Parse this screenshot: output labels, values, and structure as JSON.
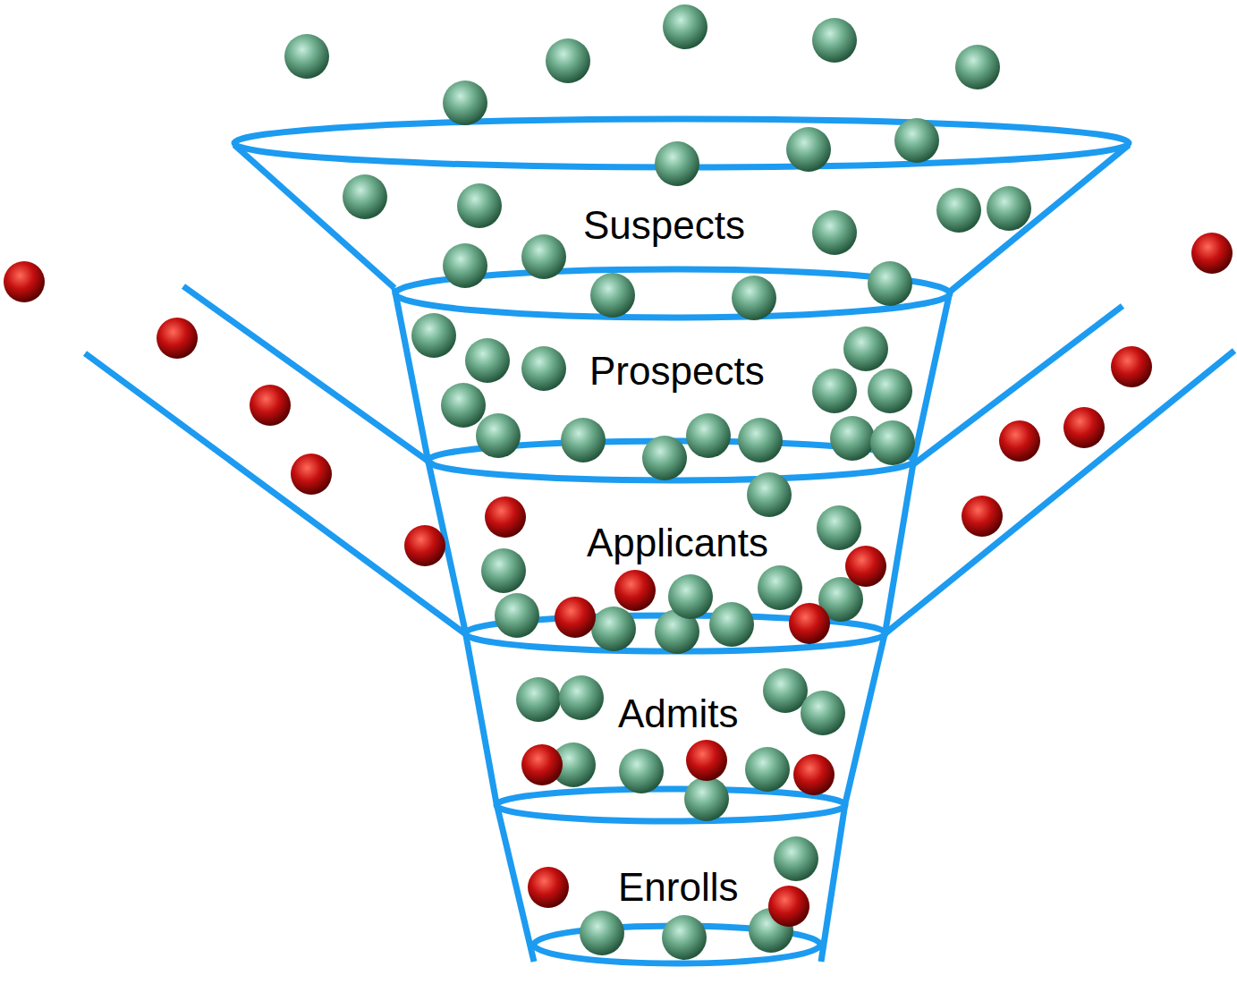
{
  "diagram": {
    "nodes": [
      {
        "text": [
          "Suspects"
        ]
      },
      {
        "text": [
          "Prospects"
        ]
      },
      {
        "text": [
          "Applicants"
        ]
      },
      {
        "text": [
          "Admits"
        ]
      },
      {
        "text": [
          "Enrolls"
        ]
      }
    ]
  }
}
